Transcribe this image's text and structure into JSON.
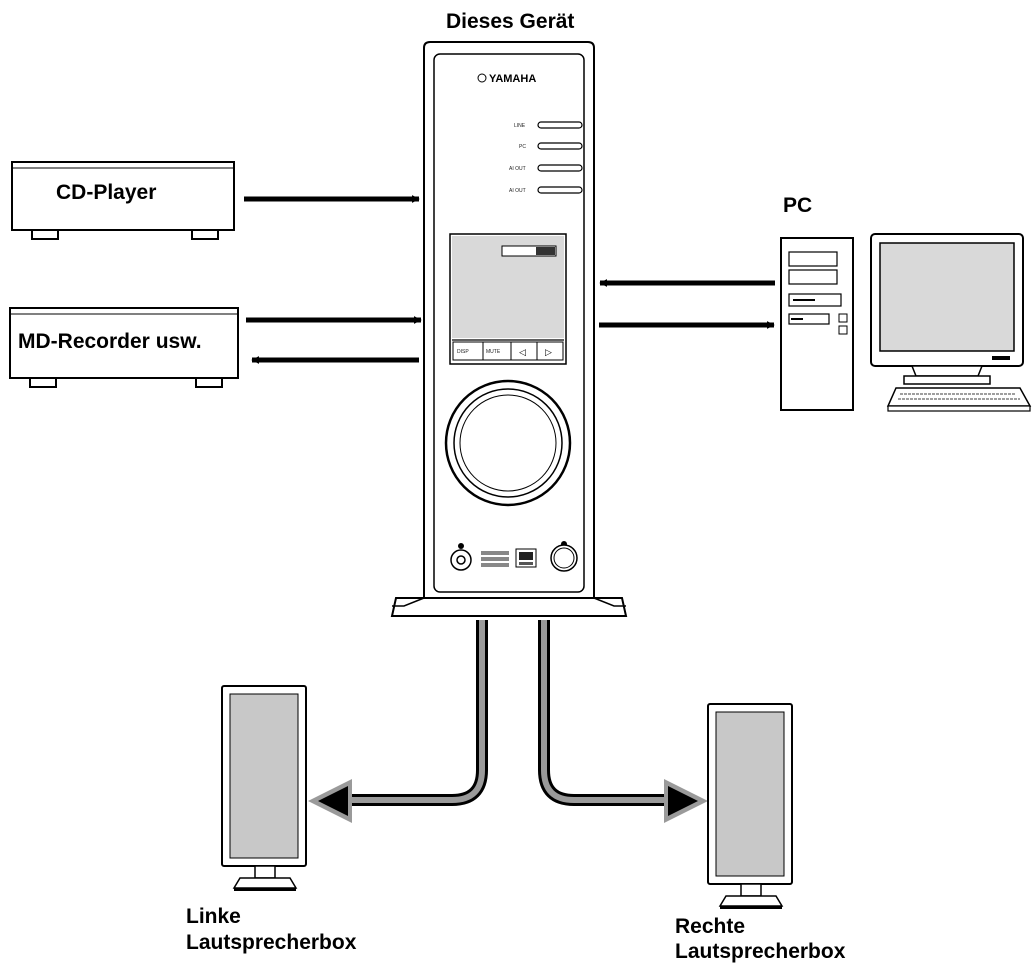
{
  "labels": {
    "device": "Dieses Gerät",
    "cd_player": "CD-Player",
    "md_recorder": "MD-Recorder usw.",
    "pc": "PC",
    "left_speaker_line1": "Linke",
    "left_speaker_line2": "Lautsprecherbox",
    "right_speaker_line1": "Rechte",
    "right_speaker_line2": "Lautsprecherbox"
  },
  "device_panel": {
    "brand": "YAMAHA",
    "input_leds": [
      "LINE",
      "PC",
      "AI OUT",
      "AI OUT"
    ],
    "buttons": [
      "DISP",
      "MUTE",
      "◁",
      "▷"
    ]
  },
  "colors": {
    "line": "#000000",
    "cable_gray": "#9a9a9a",
    "screen_gray": "#d9d9d9",
    "speaker_gray": "#c8c8c8"
  }
}
